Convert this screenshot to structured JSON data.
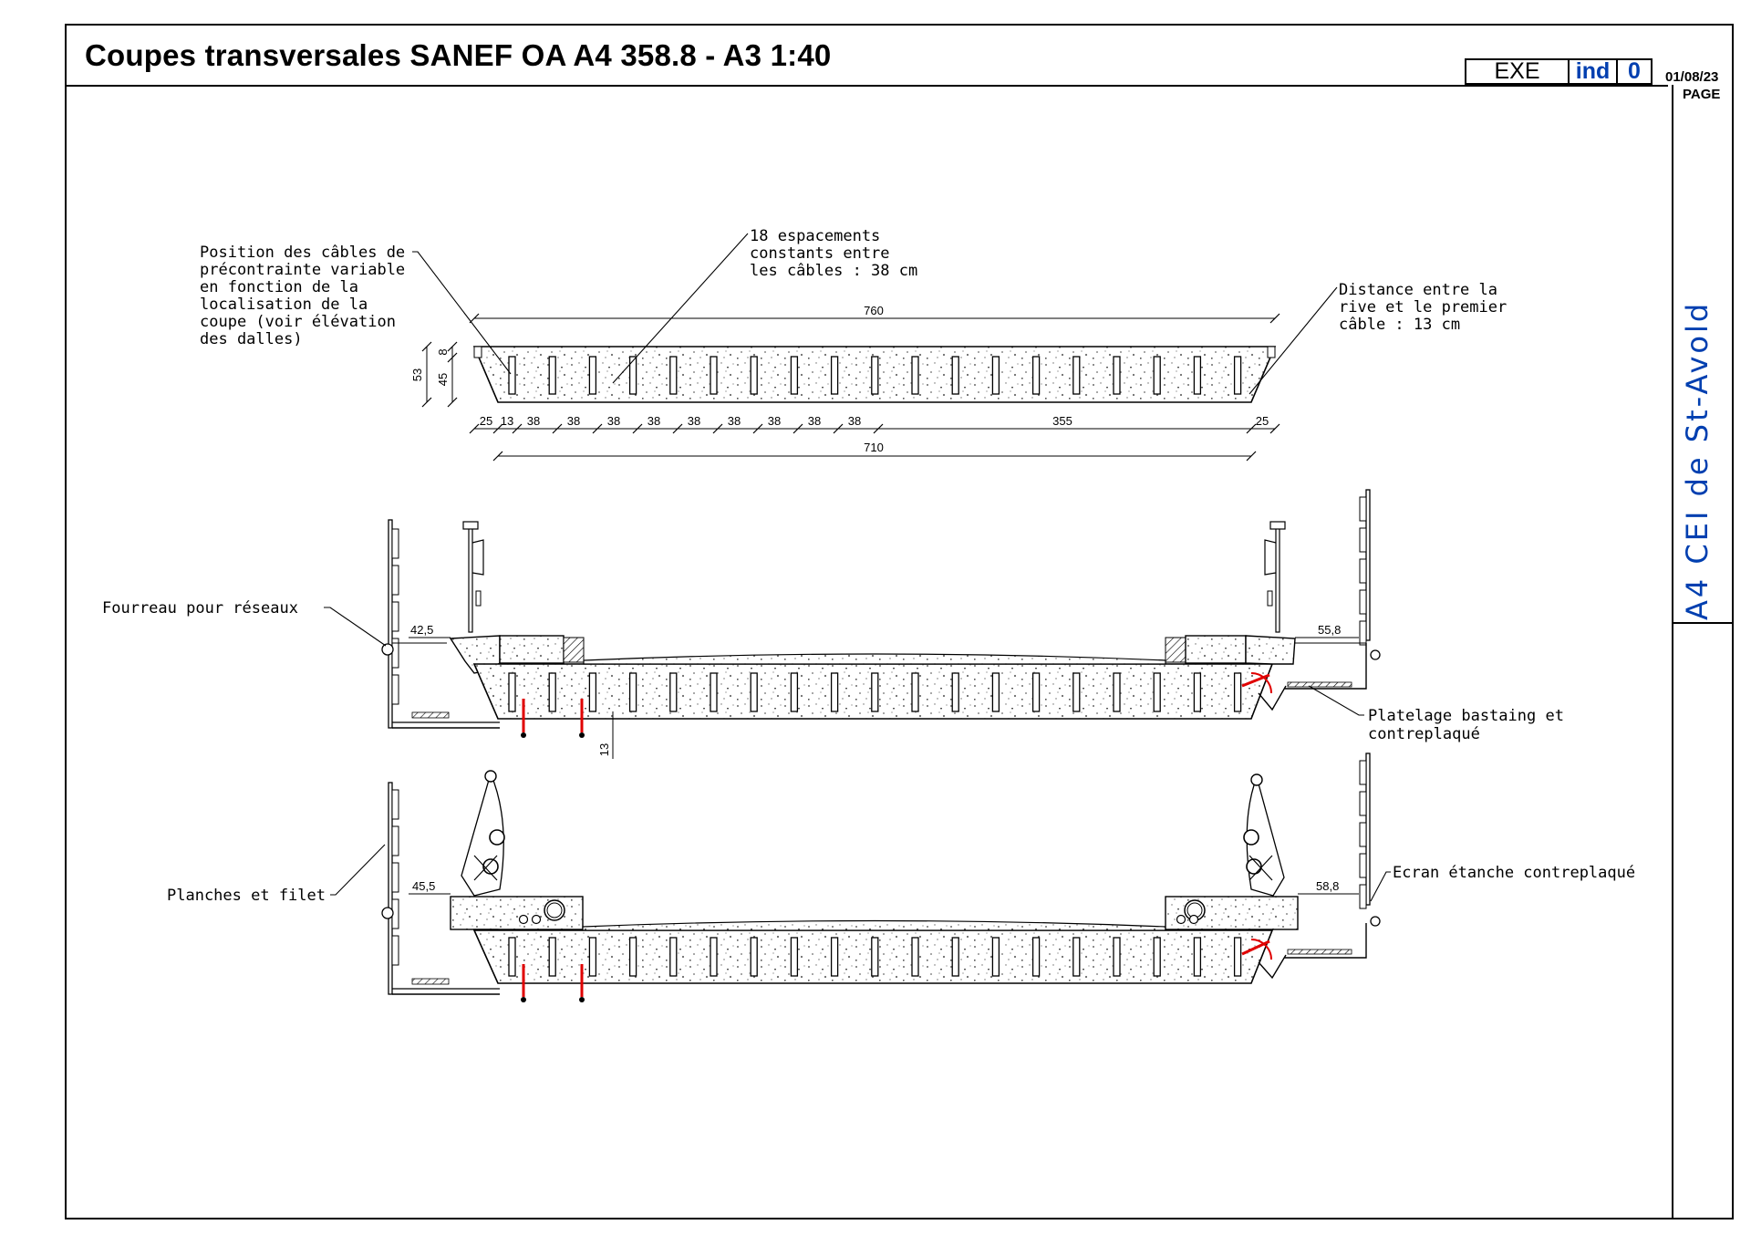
{
  "header": {
    "title": "Coupes transversales SANEF OA A4 358.8 - A3 1:40",
    "status": "EXE",
    "ind_label": "ind",
    "revision": "0",
    "date": "01/08/23",
    "page_label": "PAGE"
  },
  "sidebar": {
    "project": "A4 CEI de St-Avold"
  },
  "annotations": {
    "cable_position": [
      "Position des câbles de",
      "précontrainte variable",
      "en fonction de la",
      "localisation de la",
      "coupe (voir  élévation",
      "des dalles)"
    ],
    "spacing": [
      "18 espacements",
      "constants entre",
      "les câbles : 38 cm"
    ],
    "edge_distance": [
      "Distance entre la",
      "rive et le premier",
      "câble : 13 cm"
    ],
    "conduit": "Fourreau pour réseaux",
    "decking": [
      "Platelage bastaing et",
      "contreplaqué"
    ],
    "planks": "Planches et filet",
    "screen": "Ecran étanche contreplaqué"
  },
  "dimensions": {
    "top_width": "760",
    "bottom_width": "710",
    "height_total": "53",
    "height_web": "45",
    "height_flange": "8",
    "chain": [
      "25",
      "13",
      "38",
      "38",
      "38",
      "38",
      "38",
      "38",
      "38",
      "38",
      "38",
      "355",
      "25"
    ],
    "section1_left": "42,5",
    "section1_right": "55,8",
    "section1_gap": "13",
    "section2_left": "45,5",
    "section2_right": "58,8"
  },
  "colors": {
    "ink": "#000000",
    "accent_blue": "#003fb0",
    "highlight_red": "#e00000",
    "concrete_speckle": "#6a6a6a"
  }
}
